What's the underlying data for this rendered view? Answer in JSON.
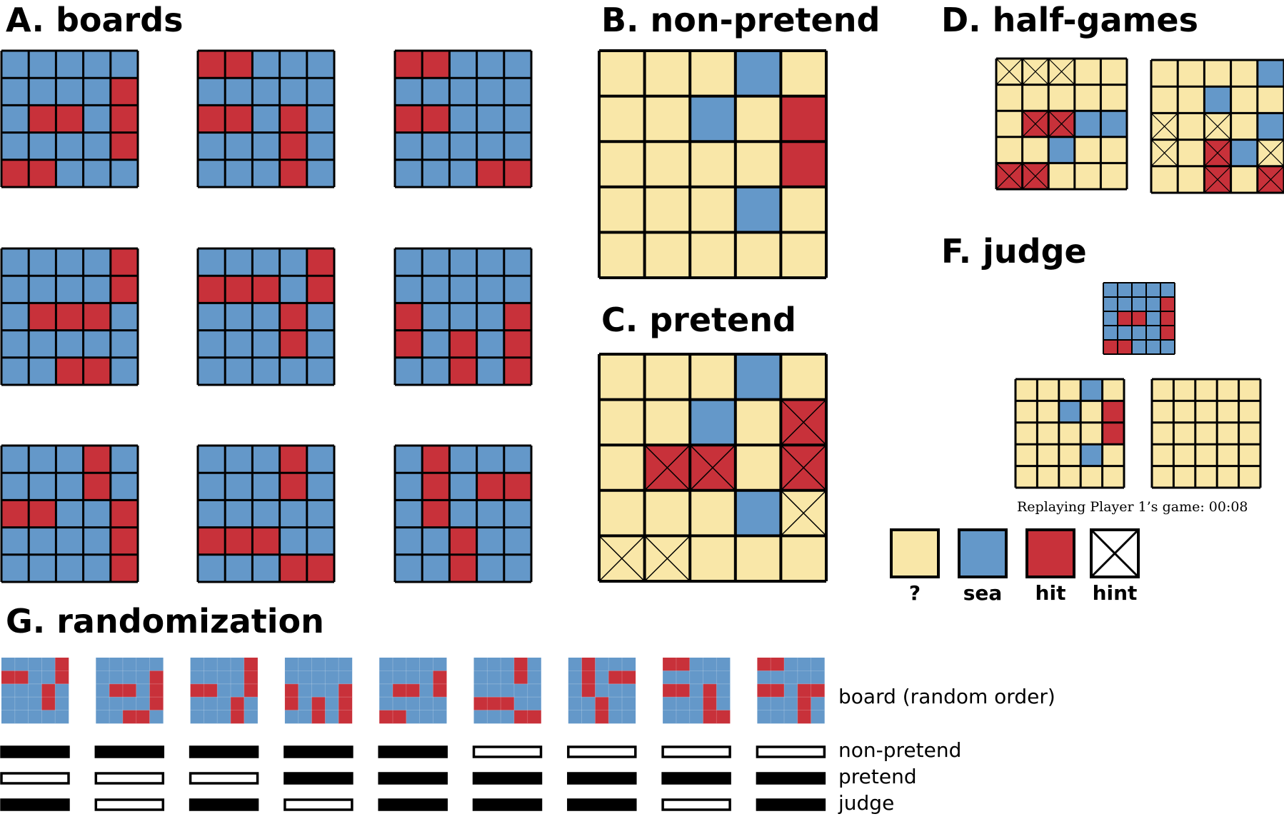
{
  "colors": {
    "unknown": "#f9e7a8",
    "sea": "#6498c9",
    "hit": "#c8313a",
    "line": "#000000",
    "white": "#ffffff"
  },
  "panels": {
    "A": "A. boards",
    "B": "B. non-pretend",
    "C": "C. pretend",
    "D": "D. half-games",
    "F": "F. judge",
    "G": "G. randomization"
  },
  "caption": "Replaying Player 1’s game: 00:08",
  "legend": [
    {
      "key": "unknown",
      "label": "?"
    },
    {
      "key": "sea",
      "label": "sea"
    },
    {
      "key": "hit",
      "label": "hit"
    },
    {
      "key": "hint",
      "label": "hint"
    }
  ],
  "randomization_labels": {
    "board": "board (random order)",
    "nonpretend": "non-pretend",
    "pretend": "pretend",
    "judge": "judge"
  },
  "boards": [
    [
      "SSSSS",
      "SSSSH",
      "SHHSH",
      "SSSSH",
      "HHSSS"
    ],
    [
      "HHSSS",
      "SSSSS",
      "HHSHS",
      "SSSHS",
      "SSSHS"
    ],
    [
      "HHSSS",
      "SSSSS",
      "HHSSS",
      "SSSSS",
      "SSSHH"
    ],
    [
      "SSSSH",
      "SSSSH",
      "SHHHS",
      "SSSSS",
      "SSHHS"
    ],
    [
      "SSSSH",
      "HHHSH",
      "SSSHS",
      "SSSHS",
      "SSSSS"
    ],
    [
      "SSSSS",
      "SSSSS",
      "HSSSH",
      "HSHSH",
      "SSHSH"
    ],
    [
      "SSSHS",
      "SSSHS",
      "HHSSH",
      "SSSSH",
      "SSSSH"
    ],
    [
      "SSSHS",
      "SSSHS",
      "SSSSS",
      "HHHSS",
      "SSSHH"
    ],
    [
      "SHSSS",
      "SHSHH",
      "SHSSS",
      "SSHSS",
      "SSHSS"
    ]
  ],
  "nonpretend_board": [
    "UUUSU",
    "UUSUH",
    "UUUUH",
    "UUUSU",
    "UUUUU"
  ],
  "pretend_board": [
    "UUUSU",
    "UUSUX",
    "UXXUX",
    "UUUSY",
    "YYUUU"
  ],
  "halfgame_boards": [
    [
      "YYYUU",
      "UUUUU",
      "UXXSS",
      "UUSUU",
      "XXUUU"
    ],
    [
      "UUUUS",
      "UUSUU",
      "YUYUS",
      "YUXSY",
      "UUXUX"
    ]
  ],
  "judge_small_board": [
    "SSSSS",
    "SSSSH",
    "SHHSH",
    "SSSSH",
    "HHSSS"
  ],
  "judge_replay_boards": [
    [
      "UUUSU",
      "UUSUH",
      "UUUUH",
      "UUUSU",
      "UUUUU"
    ],
    [
      "UUUUU",
      "UUUUU",
      "UUUUU",
      "UUUUU",
      "UUUUU"
    ]
  ],
  "randomization": {
    "thumbnails": [
      [
        "SSSSH",
        "HHSSH",
        "SSSHS",
        "SSSHS",
        "SSSSS"
      ],
      [
        "SSSSS",
        "SSSSH",
        "SHHSH",
        "SSSSH",
        "SSHHS"
      ],
      [
        "SSSSH",
        "SSSSH",
        "HHSSH",
        "SSSHS",
        "SSSHS"
      ],
      [
        "SSSSS",
        "SSSSS",
        "HSSSH",
        "HSHSH",
        "SSHSH"
      ],
      [
        "SSSSS",
        "SSSSH",
        "SHHSH",
        "SSSSS",
        "HHSSS"
      ],
      [
        "SSSHS",
        "SSSHS",
        "SSSSS",
        "HHHSS",
        "SSSHH"
      ],
      [
        "SHSSS",
        "SHSHH",
        "SHSSS",
        "SSHSS",
        "SSHSS"
      ],
      [
        "HHSSS",
        "SSSSS",
        "HHSHS",
        "SSSHS",
        "SSSHH"
      ],
      [
        "HHSSS",
        "SSSSS",
        "HHSHH",
        "SSSHS",
        "SSSHS"
      ]
    ],
    "nonpretend_filled": [
      true,
      true,
      true,
      true,
      true,
      false,
      false,
      false,
      false
    ],
    "pretend_filled": [
      false,
      false,
      false,
      true,
      true,
      true,
      true,
      true,
      true
    ],
    "judge_filled": [
      true,
      false,
      true,
      false,
      true,
      true,
      true,
      false,
      true
    ]
  }
}
